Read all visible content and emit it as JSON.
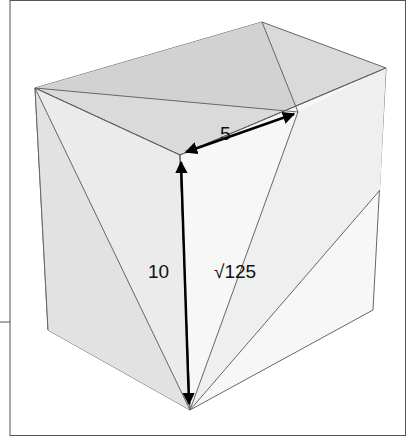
{
  "diagram": {
    "labels": [
      "5",
      "10",
      "√125"
    ]
  }
}
